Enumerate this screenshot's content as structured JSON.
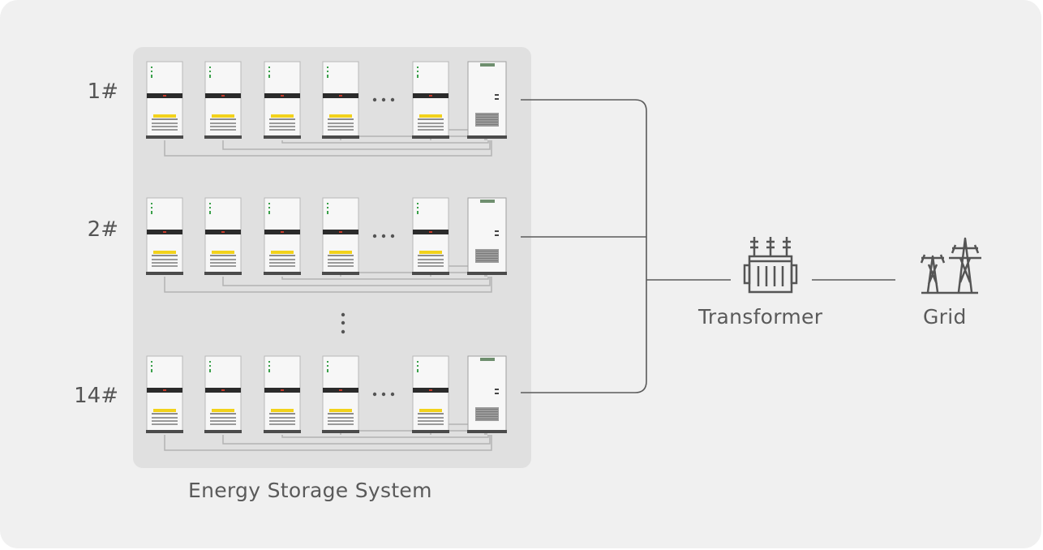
{
  "rows": [
    {
      "label": "1#"
    },
    {
      "label": "2#"
    },
    {
      "label": "14#"
    }
  ],
  "labels": {
    "energy_storage_system": "Energy Storage System",
    "transformer": "Transformer",
    "grid": "Grid"
  },
  "icons": {
    "row_ellipsis": "horizontal-ellipsis",
    "rows_ellipsis": "vertical-ellipsis",
    "transformer": "transformer-icon",
    "grid": "power-tower-icon"
  },
  "colors": {
    "background": "#f0f0f0",
    "ess_panel": "#e0e0e0",
    "line": "#5a5a5a",
    "cabinet_body": "#f7f7f7",
    "cabinet_band": "#2b2b2b",
    "warning_label": "#f2d21b",
    "brand_green": "#3aa04a"
  }
}
